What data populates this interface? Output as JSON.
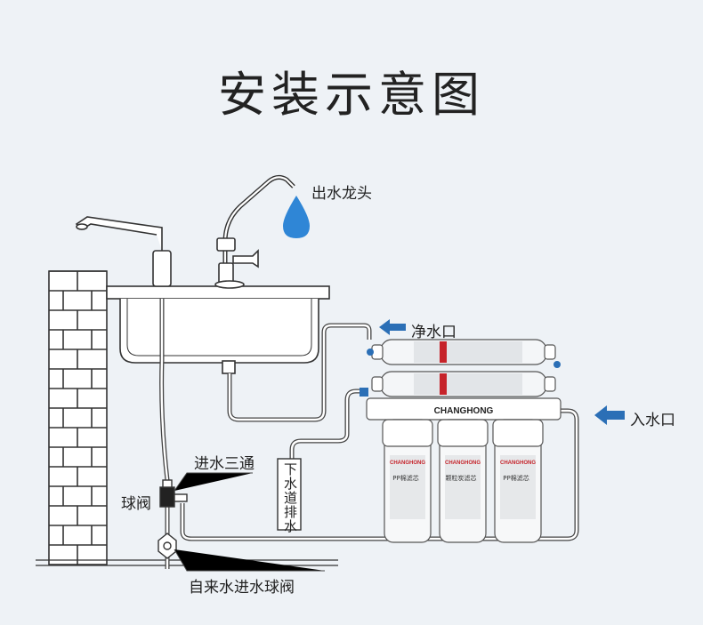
{
  "title": "安装示意图",
  "labels": {
    "faucet": "出水龙头",
    "clean_outlet": "净水口",
    "inlet": "入水口",
    "tee": "进水三通",
    "ball_valve": "球阀",
    "drain": "下水道排水",
    "tap_valve": "自来水进水球阀"
  },
  "brand": "CHANGHONG",
  "filters": [
    {
      "name": "PP棉滤芯"
    },
    {
      "name": "颗粒炭滤芯"
    },
    {
      "name": "PP棉滤芯"
    }
  ],
  "colors": {
    "accent_arrow": "#2b6fb6",
    "water_drop": "#2f86d6",
    "brand": "#c6232a",
    "line": "#444444"
  }
}
